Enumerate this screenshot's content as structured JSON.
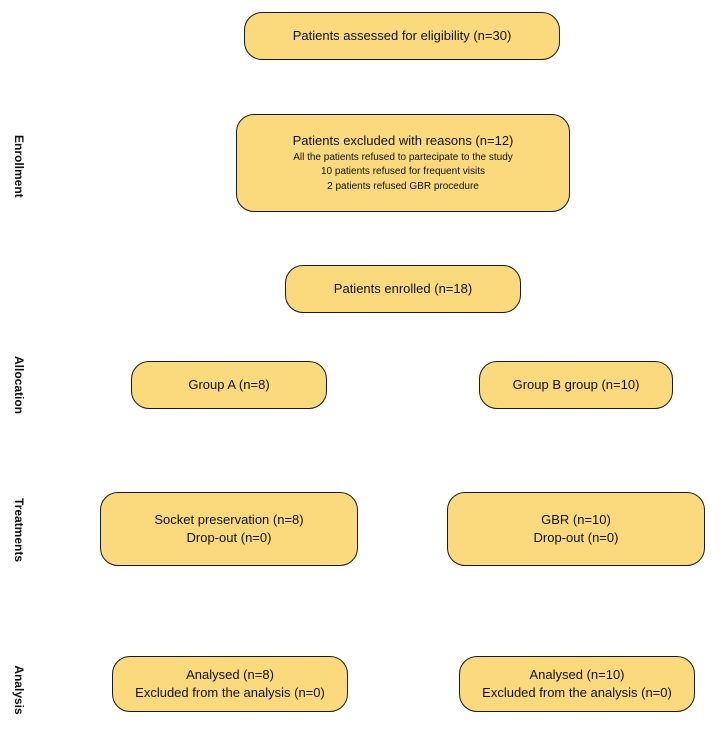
{
  "stages": {
    "enrollment": "Enrollment",
    "allocation": "Allocation",
    "treatments": "Treatments",
    "analysis": "Analysis"
  },
  "boxes": {
    "assessed": "Patients assessed for eligibility (n=30)",
    "excluded": {
      "title": "Patients excluded with reasons (n=12)",
      "lines": [
        "All the patients refused to partecipate to the study",
        "10 patients refused for frequent visits",
        "2 patients refused GBR procedure"
      ]
    },
    "enrolled": "Patients enrolled (n=18)",
    "group_a": "Group A (n=8)",
    "group_b": "Group B group (n=10)",
    "treatment_a": {
      "line1": "Socket preservation (n=8)",
      "line2": "Drop-out (n=0)"
    },
    "treatment_b": {
      "line1": "GBR (n=10)",
      "line2": "Drop-out (n=0)"
    },
    "analysis_a": {
      "line1": "Analysed (n=8)",
      "line2": "Excluded from the analysis (n=0)"
    },
    "analysis_b": {
      "line1": "Analysed (n=10)",
      "line2": "Excluded from the analysis (n=0)"
    }
  },
  "colors": {
    "box_fill": "#fbd97d",
    "box_border": "#1a1a1a"
  }
}
